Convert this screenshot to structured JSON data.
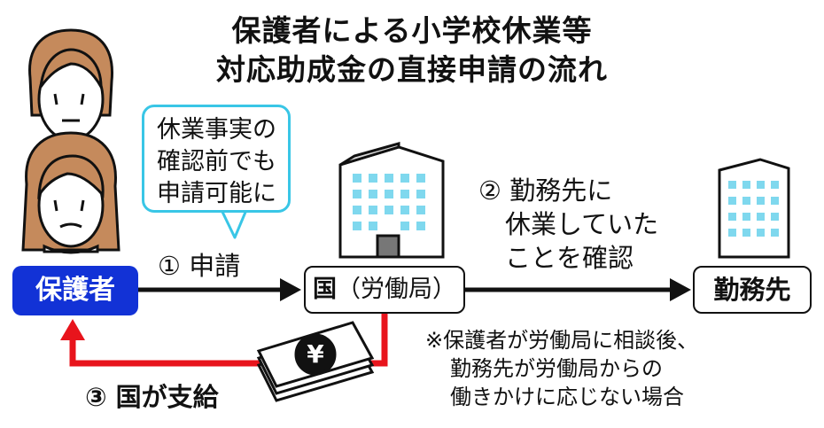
{
  "title": {
    "line1": "保護者による小学校休業等",
    "line2": "対応助成金の直接申請の流れ"
  },
  "bubble": {
    "lines": [
      "休業事実の",
      "確認前でも",
      "申請可能に"
    ]
  },
  "nodes": {
    "parent": "保護者",
    "bureau_main": "国",
    "bureau_sub": "（労働局）",
    "employer": "勤務先"
  },
  "steps": {
    "step1": "① 申請",
    "step2_lines": [
      "② 勤務先に",
      "休業していた",
      "ことを確認"
    ],
    "step3": "③ 国が支給"
  },
  "note": {
    "lines": [
      "※保護者が労働局に相談後、",
      "勤務先が労働局からの",
      "働きかけに応じない場合"
    ]
  },
  "icons": {
    "money": "yen-bills-icon",
    "yen_symbol": "¥"
  },
  "colors": {
    "parent_box": "#1232d6",
    "bubble_border": "#39c6e6",
    "return_arrow": "#e8141c",
    "window": "#7fd8ee"
  }
}
